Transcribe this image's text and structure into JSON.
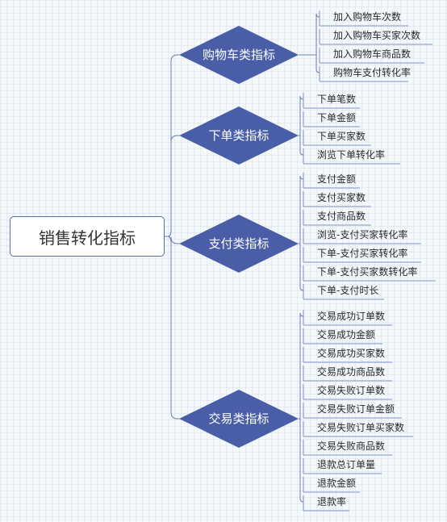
{
  "root": {
    "label": "销售转化指标"
  },
  "colors": {
    "diamond": "#4a5ea8",
    "line": "#6a7fb8",
    "leaf_text": "#2a2a2a"
  },
  "categories": [
    {
      "label": "购物车类指标",
      "items": [
        "加入购物车次数",
        "加入购物车买家次数",
        "加入购物车商品数",
        "购物车支付转化率"
      ]
    },
    {
      "label": "下单类指标",
      "items": [
        "下单笔数",
        "下单金额",
        "下单买家数",
        "浏览下单转化率"
      ]
    },
    {
      "label": "支付类指标",
      "items": [
        "支付金额",
        "支付买家数",
        "支付商品数",
        "浏览-支付买家转化率",
        "下单-支付买家转化率",
        "下单-支付买家数转化率",
        "下单-支付时长"
      ]
    },
    {
      "label": "交易类指标",
      "items": [
        "交易成功订单数",
        "交易成功金额",
        "交易成功买家数",
        "交易成功商品数",
        "交易失败订单数",
        "交易失败订单金额",
        "交易失败订单买家数",
        "交易失败商品数",
        "退款总订单量",
        "退款金额",
        "退款率"
      ]
    }
  ]
}
